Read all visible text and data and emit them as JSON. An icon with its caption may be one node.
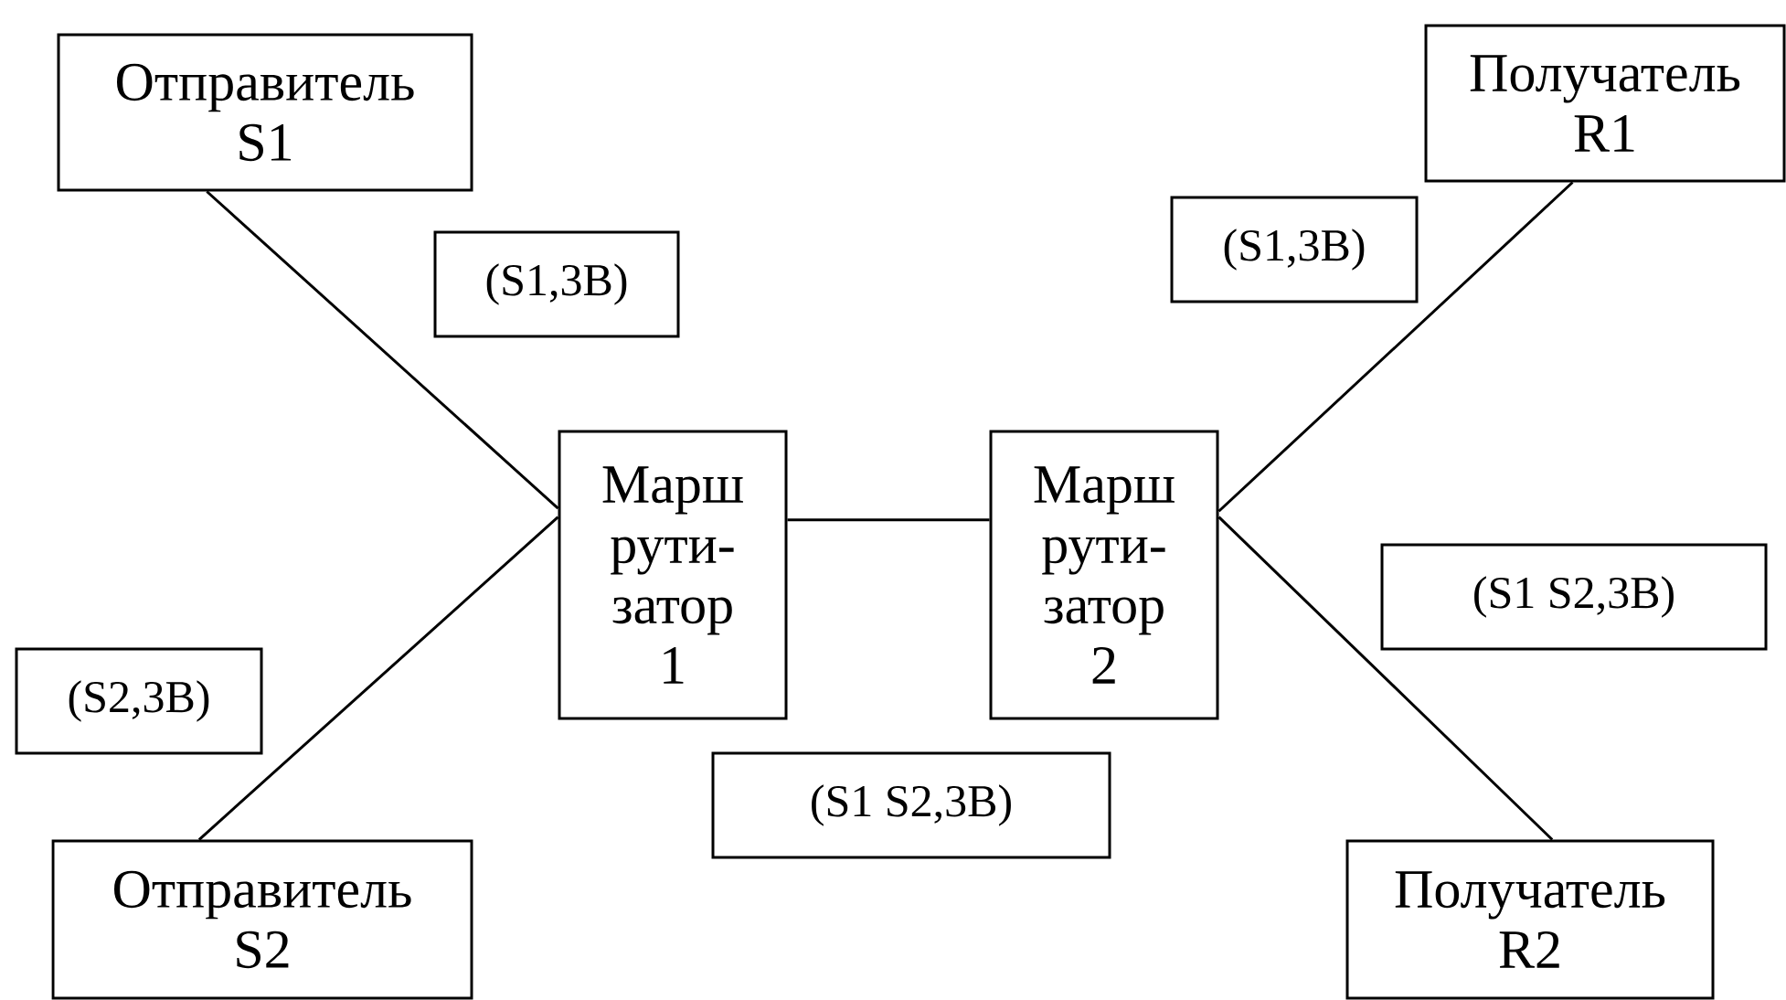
{
  "diagram": {
    "nodes": [
      {
        "text": [
          "Отправитель S1"
        ]
      },
      {
        "text": [
          "Получатель R1"
        ]
      },
      {
        "text": [
          "(S1,3B)"
        ]
      },
      {
        "text": [
          "(S1,3B)"
        ]
      },
      {
        "text": [
          "Марш рути- затор 1"
        ]
      },
      {
        "text": [
          "Марш рути- затор 2"
        ]
      },
      {
        "text": [
          "(S1 S2,3B)"
        ]
      },
      {
        "text": [
          "(S2,3B)"
        ]
      },
      {
        "text": [
          "(S1 S2,3B)"
        ]
      },
      {
        "text": [
          "Отправитель S2"
        ]
      },
      {
        "text": [
          "Получатель R2"
        ]
      }
    ],
    "edges": [
      {
        "from": 0,
        "to": 4,
        "arrow": "none"
      },
      {
        "from": 9,
        "to": 4,
        "arrow": "none"
      },
      {
        "from": 4,
        "to": 5,
        "arrow": "none"
      },
      {
        "from": 5,
        "to": 1,
        "arrow": "none"
      },
      {
        "from": 5,
        "to": 10,
        "arrow": "none"
      }
    ]
  }
}
